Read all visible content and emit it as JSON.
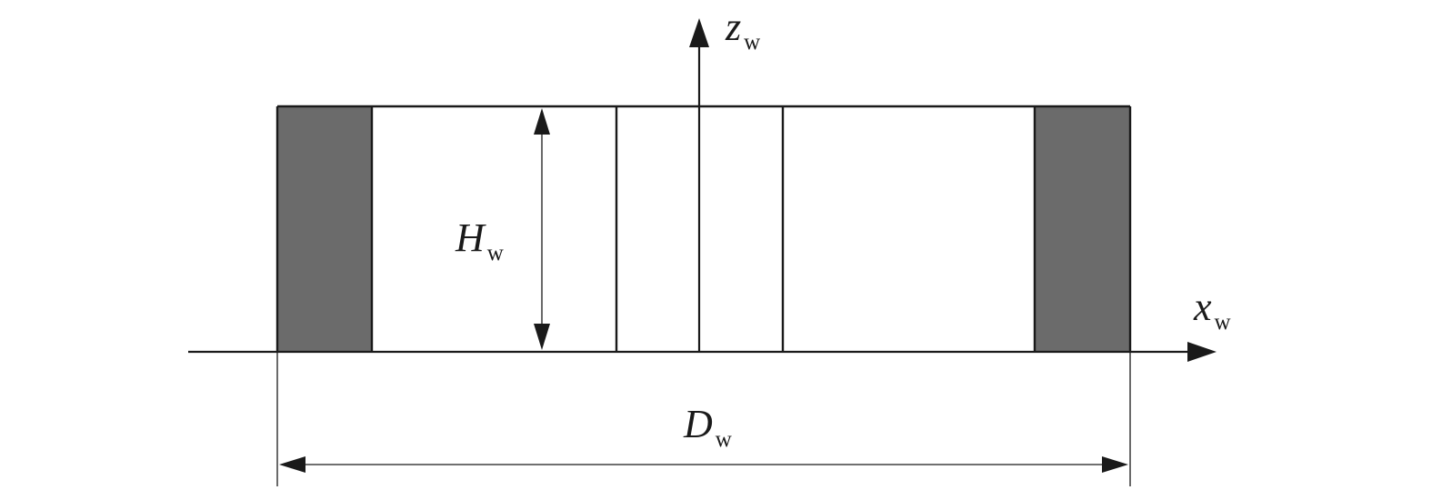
{
  "labels": {
    "z_axis": {
      "main": "z",
      "sub": "w"
    },
    "x_axis": {
      "main": "x",
      "sub": "w"
    },
    "height": {
      "main": "H",
      "sub": "w"
    },
    "diameter": {
      "main": "D",
      "sub": "w"
    }
  },
  "colors": {
    "stroke": "#1a1a1a",
    "wall_fill": "#6b6b6b",
    "background": "#ffffff"
  }
}
